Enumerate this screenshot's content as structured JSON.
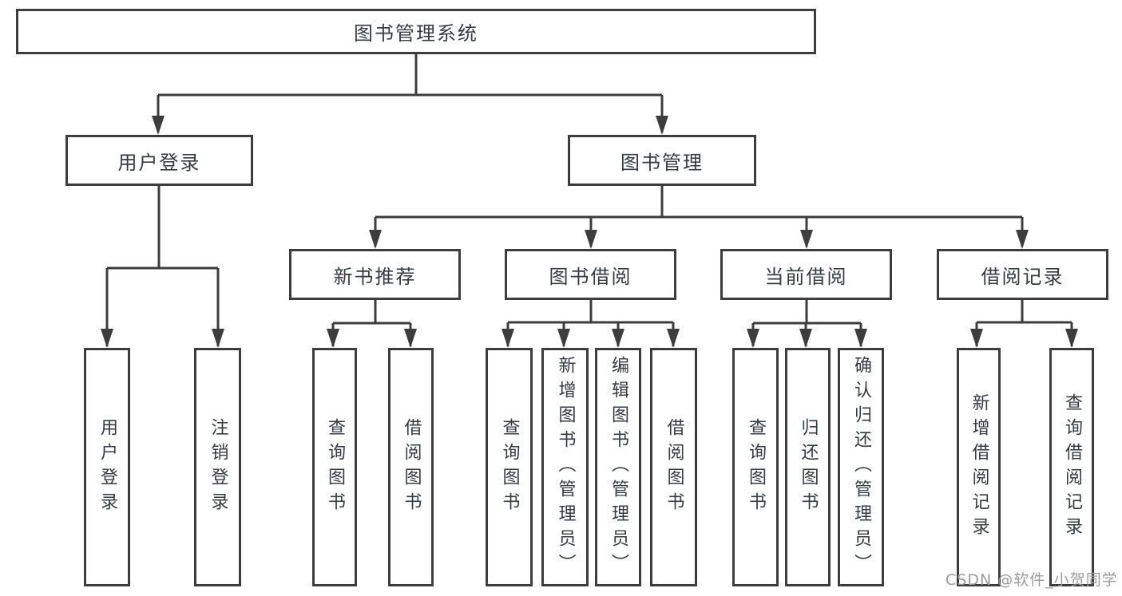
{
  "tree": {
    "root": "图书管理系统",
    "branches": [
      {
        "label": "用户登录",
        "children": [
          "用户登录",
          "注销登录"
        ]
      },
      {
        "label": "图书管理",
        "groups": [
          {
            "label": "新书推荐",
            "children": [
              "查询图书",
              "借阅图书"
            ]
          },
          {
            "label": "图书借阅",
            "children": [
              "查询图书",
              "新增图书（管理员）",
              "编辑图书（管理员）",
              "借阅图书"
            ]
          },
          {
            "label": "当前借阅",
            "children": [
              "查询图书",
              "归还图书",
              "确认归还（管理员）"
            ]
          },
          {
            "label": "借阅记录",
            "children": [
              "新增借阅记录",
              "查询借阅记录"
            ]
          }
        ]
      }
    ]
  },
  "colors": {
    "line": "#3d3d3d",
    "box_border": "#3d3d3d",
    "text": "#363b42",
    "background": "#ffffff",
    "watermark": "#9b9b9b"
  },
  "watermark": {
    "text": "CSDN @软件_小贺同学"
  }
}
